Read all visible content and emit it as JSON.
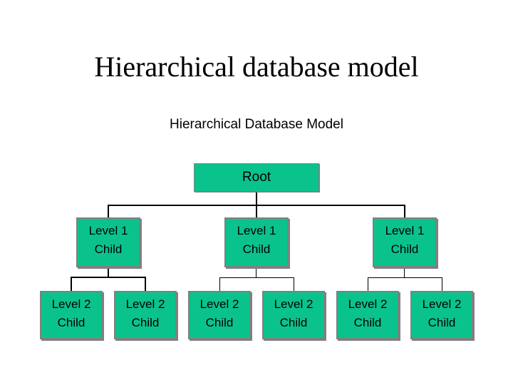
{
  "slide": {
    "title": "Hierarchical database model",
    "subtitle": "Hierarchical Database Model"
  },
  "colors": {
    "box_fill": "#0AC38C",
    "box_border": "#808080",
    "connector": "#000000",
    "background": "#FFFFFF",
    "text": "#000000"
  },
  "tree": {
    "root": {
      "label": "Root"
    },
    "level1": [
      {
        "label": "Level 1\nChild"
      },
      {
        "label": "Level 1\nChild"
      },
      {
        "label": "Level 1\nChild"
      }
    ],
    "level2": [
      {
        "label": "Level 2\nChild"
      },
      {
        "label": "Level 2\nChild"
      },
      {
        "label": "Level 2\nChild"
      },
      {
        "label": "Level 2\nChild"
      },
      {
        "label": "Level 2\nChild"
      },
      {
        "label": "Level 2\nChild"
      }
    ]
  }
}
